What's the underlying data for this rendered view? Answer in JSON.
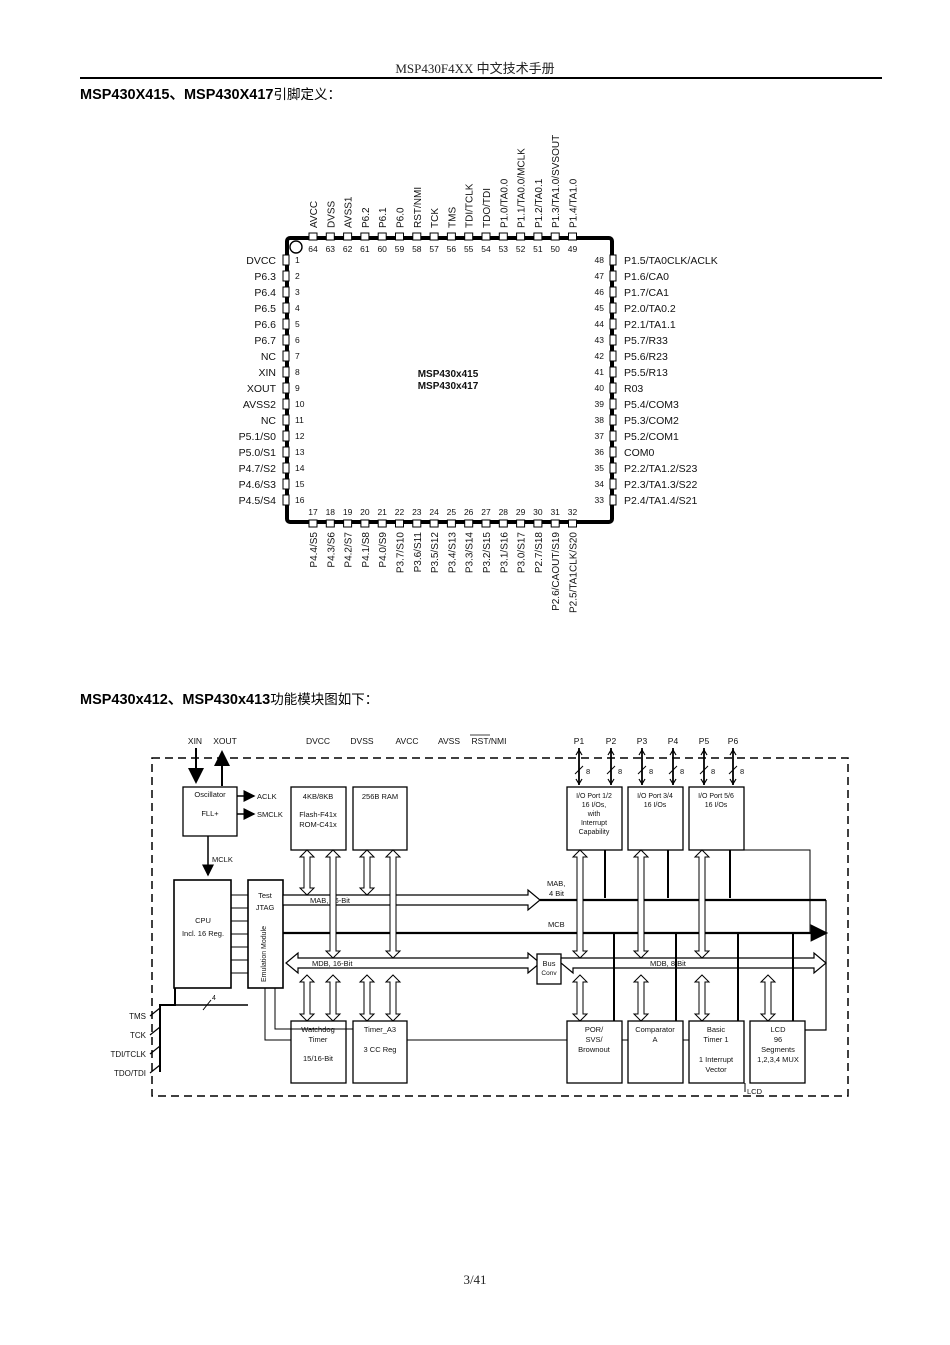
{
  "header": "MSP430F4XX 中文技术手册",
  "section1": {
    "bold": "MSP430X415、MSP430X417",
    "rest": "引脚定义："
  },
  "section2": {
    "bold": "MSP430x412、MSP430x413",
    "rest": "功能模块图如下："
  },
  "chip": {
    "name1": "MSP430x415",
    "name2": "MSP430x417",
    "left_pins": [
      {
        "n": "1",
        "label": "DVCC"
      },
      {
        "n": "2",
        "label": "P6.3"
      },
      {
        "n": "3",
        "label": "P6.4"
      },
      {
        "n": "4",
        "label": "P6.5"
      },
      {
        "n": "5",
        "label": "P6.6"
      },
      {
        "n": "6",
        "label": "P6.7"
      },
      {
        "n": "7",
        "label": "NC"
      },
      {
        "n": "8",
        "label": "XIN"
      },
      {
        "n": "9",
        "label": "XOUT"
      },
      {
        "n": "10",
        "label": "AVSS2"
      },
      {
        "n": "11",
        "label": "NC"
      },
      {
        "n": "12",
        "label": "P5.1/S0"
      },
      {
        "n": "13",
        "label": "P5.0/S1"
      },
      {
        "n": "14",
        "label": "P4.7/S2"
      },
      {
        "n": "15",
        "label": "P4.6/S3"
      },
      {
        "n": "16",
        "label": "P4.5/S4"
      }
    ],
    "right_pins": [
      {
        "n": "48",
        "label": "P1.5/TA0CLK/ACLK"
      },
      {
        "n": "47",
        "label": "P1.6/CA0"
      },
      {
        "n": "46",
        "label": "P1.7/CA1"
      },
      {
        "n": "45",
        "label": "P2.0/TA0.2"
      },
      {
        "n": "44",
        "label": "P2.1/TA1.1"
      },
      {
        "n": "43",
        "label": "P5.7/R33"
      },
      {
        "n": "42",
        "label": "P5.6/R23"
      },
      {
        "n": "41",
        "label": "P5.5/R13"
      },
      {
        "n": "40",
        "label": "R03"
      },
      {
        "n": "39",
        "label": "P5.4/COM3"
      },
      {
        "n": "38",
        "label": "P5.3/COM2"
      },
      {
        "n": "37",
        "label": "P5.2/COM1"
      },
      {
        "n": "36",
        "label": "COM0"
      },
      {
        "n": "35",
        "label": "P2.2/TA1.2/S23"
      },
      {
        "n": "34",
        "label": "P2.3/TA1.3/S22"
      },
      {
        "n": "33",
        "label": "P2.4/TA1.4/S21"
      }
    ],
    "top_pins": [
      {
        "n": "64",
        "label": "AVCC"
      },
      {
        "n": "63",
        "label": "DVSS"
      },
      {
        "n": "62",
        "label": "AVSS1"
      },
      {
        "n": "61",
        "label": "P6.2"
      },
      {
        "n": "60",
        "label": "P6.1"
      },
      {
        "n": "59",
        "label": "P6.0"
      },
      {
        "n": "58",
        "label": "RST/NMI"
      },
      {
        "n": "57",
        "label": "TCK"
      },
      {
        "n": "56",
        "label": "TMS"
      },
      {
        "n": "55",
        "label": "TDI/TCLK"
      },
      {
        "n": "54",
        "label": "TDO/TDI"
      },
      {
        "n": "53",
        "label": "P1.0/TA0.0"
      },
      {
        "n": "52",
        "label": "P1.1/TA0.0/MCLK"
      },
      {
        "n": "51",
        "label": "P1.2/TA0.1"
      },
      {
        "n": "50",
        "label": "P1.3/TA1.0/SVSOUT"
      },
      {
        "n": "49",
        "label": "P1.4/TA1.0"
      }
    ],
    "bottom_pins": [
      {
        "n": "17",
        "label": "P4.4/S5"
      },
      {
        "n": "18",
        "label": "P4.3/S6"
      },
      {
        "n": "19",
        "label": "P4.2/S7"
      },
      {
        "n": "20",
        "label": "P4.1/S8"
      },
      {
        "n": "21",
        "label": "P4.0/S9"
      },
      {
        "n": "22",
        "label": "P3.7/S10"
      },
      {
        "n": "23",
        "label": "P3.6/S11"
      },
      {
        "n": "24",
        "label": "P3.5/S12"
      },
      {
        "n": "25",
        "label": "P3.4/S13"
      },
      {
        "n": "26",
        "label": "P3.3/S14"
      },
      {
        "n": "27",
        "label": "P3.2/S15"
      },
      {
        "n": "28",
        "label": "P3.1/S16"
      },
      {
        "n": "29",
        "label": "P3.0/S17"
      },
      {
        "n": "30",
        "label": "P2.7/S18"
      },
      {
        "n": "31",
        "label": "P2.6/CAOUT/S19"
      },
      {
        "n": "32",
        "label": "P2.5/TA1CLK/S20"
      }
    ]
  },
  "block": {
    "top_signals": {
      "xin": "XIN",
      "xout": "XOUT",
      "dvcc": "DVCC",
      "dvss": "DVSS",
      "avcc": "AVCC",
      "avss": "AVSS",
      "rst": "RST/NMI"
    },
    "ports": [
      "P1",
      "P2",
      "P3",
      "P4",
      "P5",
      "P6"
    ],
    "bus_width": "8",
    "osc": [
      "Oscillator",
      "FLL+"
    ],
    "aclk": "ACLK",
    "smclk": "SMCLK",
    "mclk": "MCLK",
    "flash": [
      "4KB/8KB",
      "Flash-F41x",
      "ROM-C41x"
    ],
    "ram": "256B RAM",
    "io12": [
      "I/O Port 1/2",
      "16 I/Os,",
      "with",
      "Interrupt",
      "Capability"
    ],
    "io34": [
      "I/O Port 3/4",
      "16 I/Os"
    ],
    "io56": [
      "I/O Port 5/6",
      "16 I/Os"
    ],
    "cpu": [
      "CPU",
      "Incl. 16 Reg."
    ],
    "test": [
      "Test",
      "JTAG"
    ],
    "emu": "Emulation Module",
    "mab16": "MAB, 16-Bit",
    "mab4": [
      "MAB,",
      "4 Bit"
    ],
    "mcb": "MCB",
    "mdb16": "MDB, 16-Bit",
    "mdb8": "MDB, 8 Bit",
    "busconv": [
      "Bus",
      "Conv"
    ],
    "wdt": [
      "Watchdog",
      "Timer",
      "15/16-Bit"
    ],
    "timer": [
      "Timer_A3",
      "3 CC Reg"
    ],
    "por": [
      "POR/",
      "SVS/",
      "Brownout"
    ],
    "comp": [
      "Comparator",
      "A"
    ],
    "btimer": [
      "Basic",
      "Timer 1",
      "1 Interrupt",
      "Vector"
    ],
    "lcdmod": [
      "LCD",
      "96",
      "Segments",
      "1,2,3,4 MUX"
    ],
    "lcd": "LCD",
    "jtag_pins": [
      "TMS",
      "TCK",
      "TDI/TCLK",
      "TDO/TDI"
    ],
    "jtag_width": "4"
  },
  "footer": "3/41"
}
